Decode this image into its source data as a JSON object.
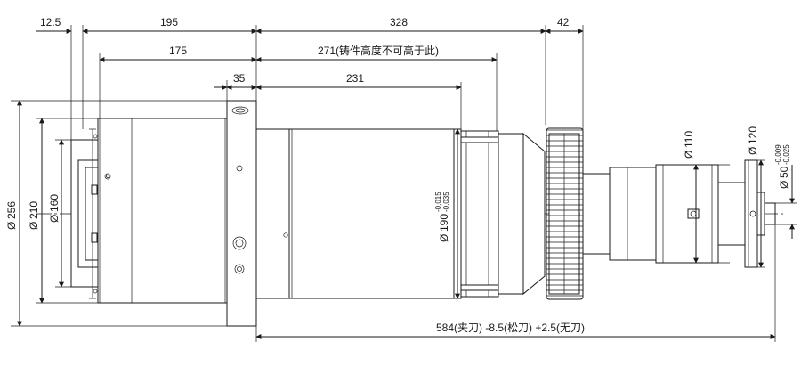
{
  "dimensions": {
    "top_row": {
      "d12_5": "12.5",
      "d195": "195",
      "d328": "328",
      "d42": "42"
    },
    "row2": {
      "d175": "175",
      "d271": "271(铸件高度不可高于此)"
    },
    "row3": {
      "d35": "35",
      "d231": "231"
    },
    "bottom": "584(夹刀) -8.5(松刀) +2.5(无刀)"
  },
  "diameters": {
    "phi256": "256",
    "phi210": "210",
    "phi160": "160",
    "phi190": "190",
    "phi190_tol_upper": "-0.015",
    "phi190_tol_lower": "-0.035",
    "phi110": "110",
    "phi120": "120",
    "phi50": "50",
    "phi50_tol_upper": "-0.009",
    "phi50_tol_lower": "-0.025"
  },
  "symbols": {
    "diameter": "Ø"
  }
}
